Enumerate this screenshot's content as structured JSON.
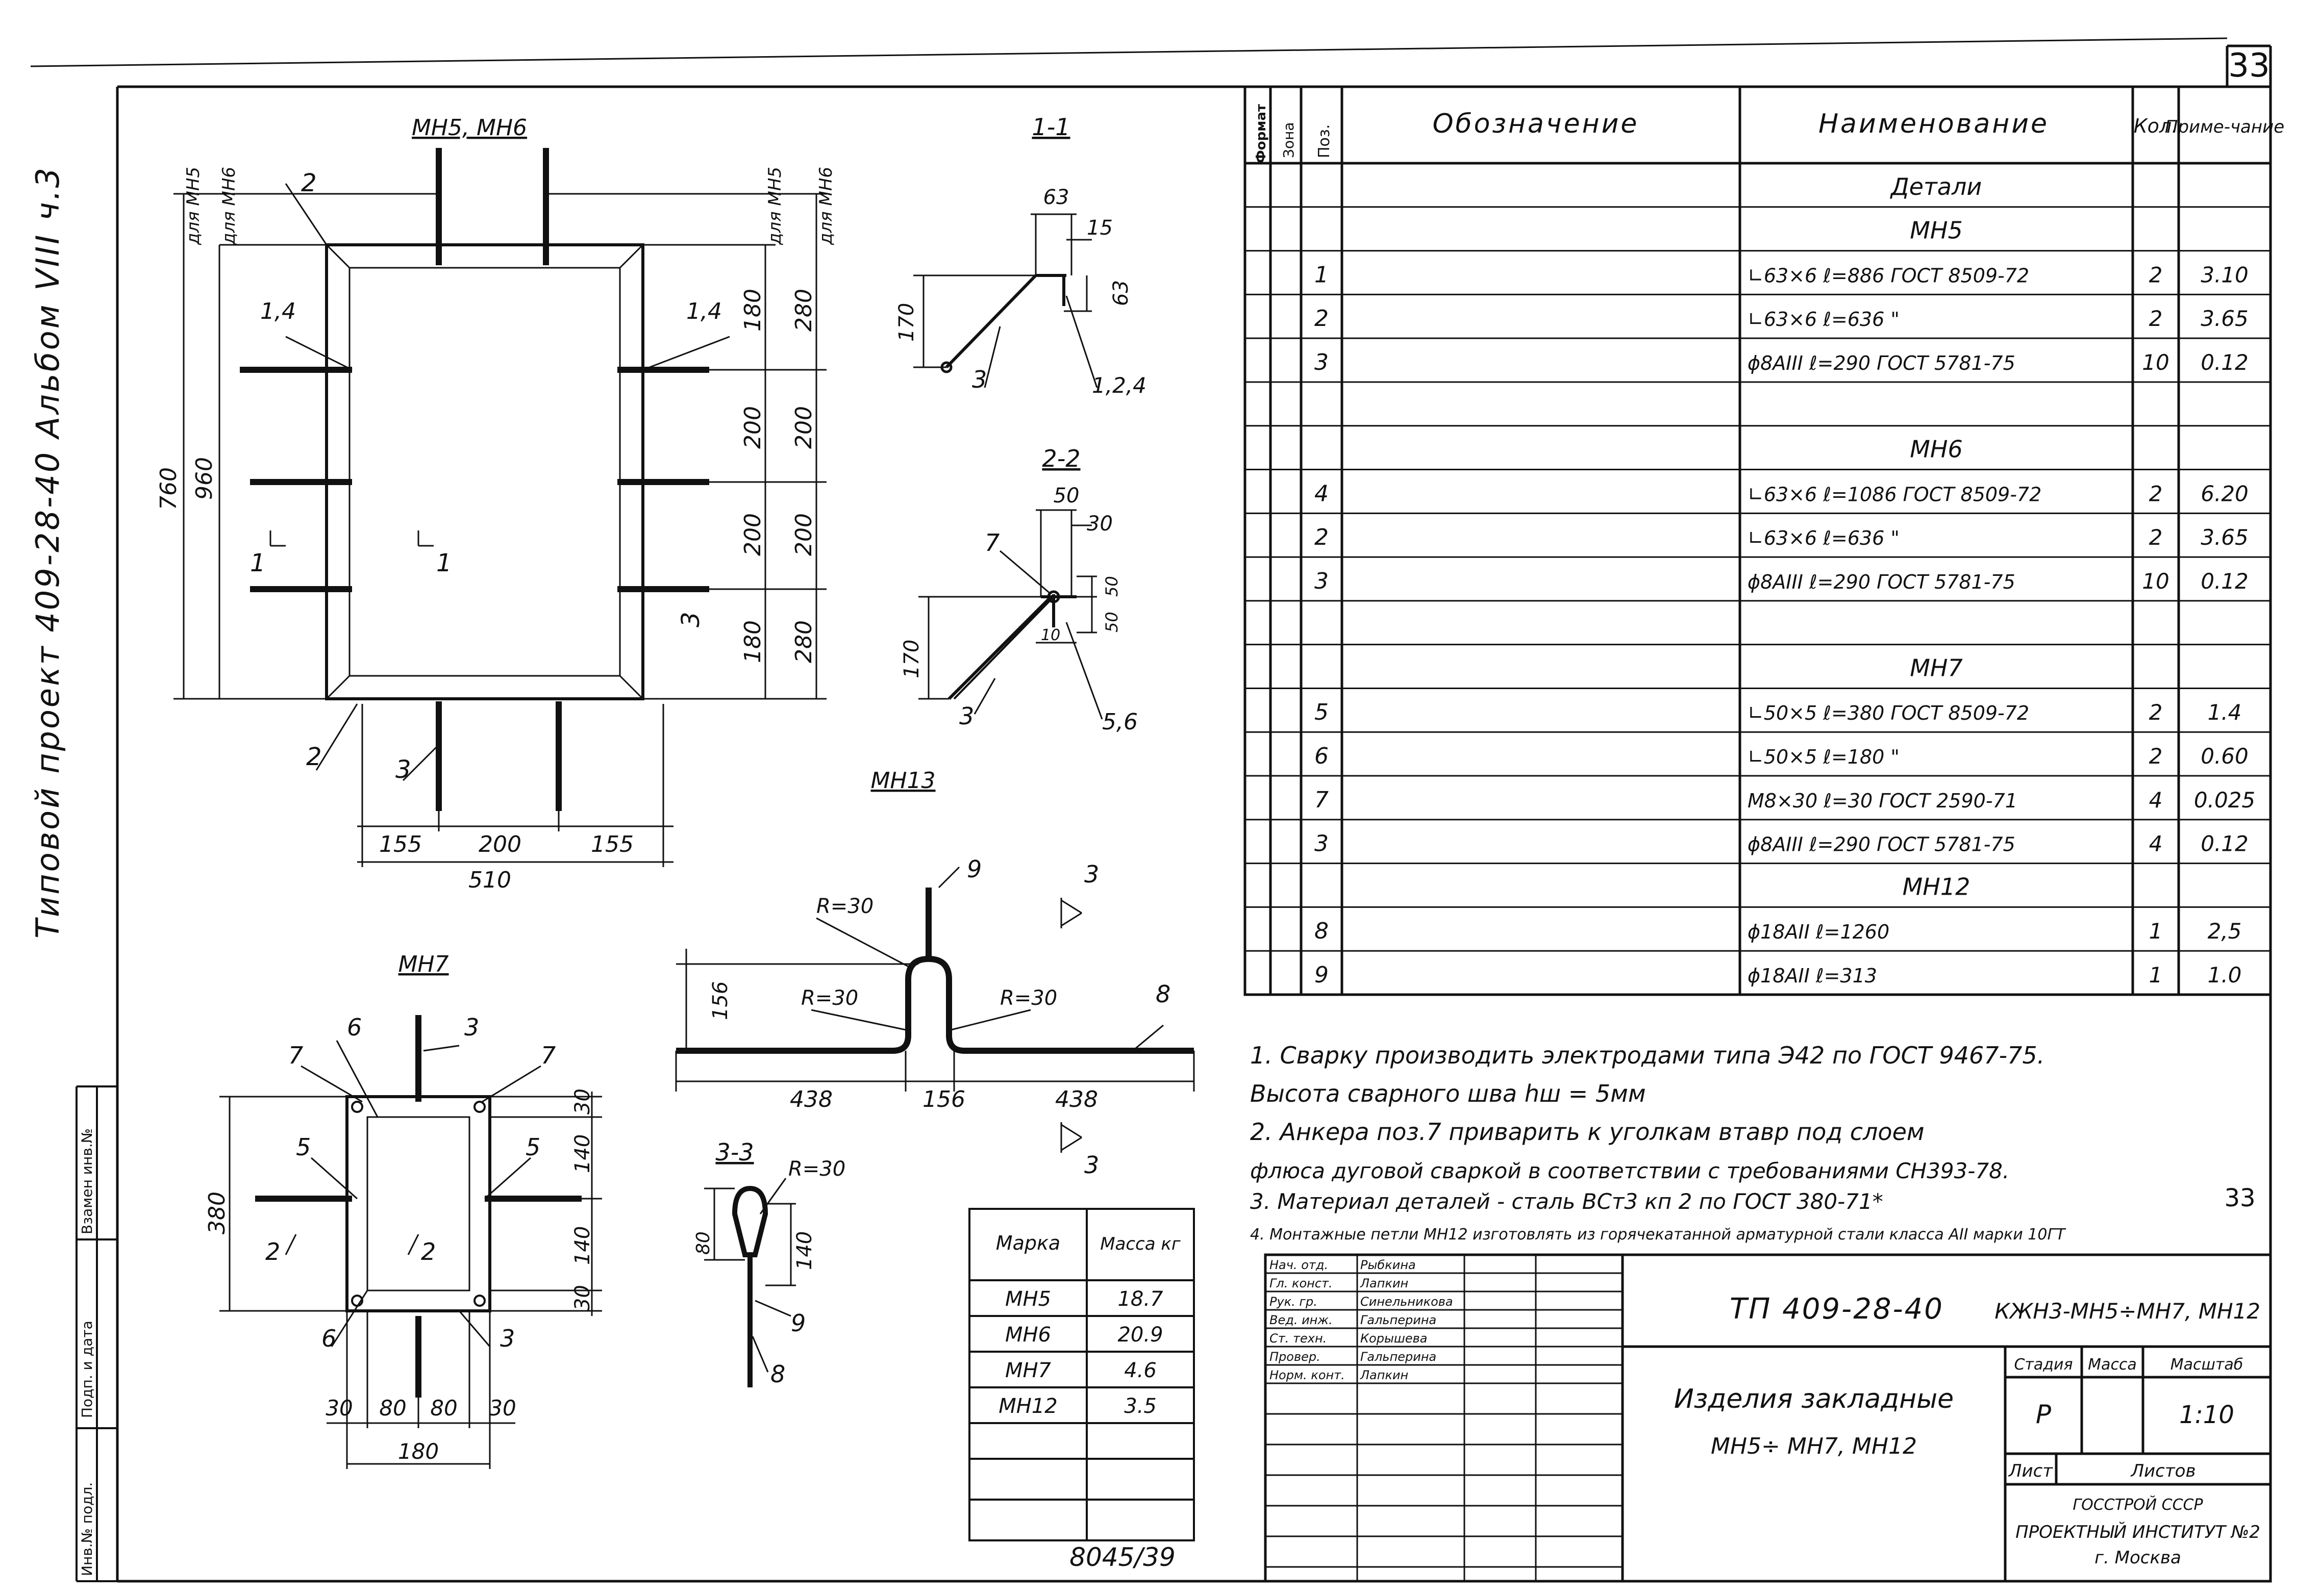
{
  "sheet_number": "33",
  "page_marker": "33",
  "side_label": "Типовой проект 409-28-40 Альбом VIII ч.3",
  "left_stamp": [
    "Инв.№ подл.",
    "Подп. и дата",
    "Взамен инв.№"
  ],
  "drawings": {
    "mn5_mn6": {
      "title": "МН5, МН6",
      "left_labels": [
        "для МН5",
        "для МН6"
      ],
      "right_labels": [
        "для МН5",
        "для МН6"
      ],
      "dim_760": "760",
      "dim_960": "960",
      "dims_mn5": [
        "180",
        "200",
        "200",
        "180"
      ],
      "dims_mn6": [
        "280",
        "200",
        "200",
        "280"
      ],
      "bottom_dims": [
        "155",
        "200",
        "155"
      ],
      "total": "510",
      "pos_top": "2",
      "pos_bottom": "2",
      "pos_left": "1,4",
      "pos_right": "1,4",
      "pos_3a": "3",
      "pos_3b": "3",
      "section_left": "1",
      "section_right": "1"
    },
    "sec11": {
      "title": "1-1",
      "d63a": "63",
      "d15": "15",
      "d63b": "63",
      "d170": "170",
      "pos3": "3",
      "pos124": "1,2,4"
    },
    "sec22": {
      "title": "2-2",
      "d50a": "50",
      "d30": "30",
      "d50b": "50",
      "d50c": "50",
      "d10": "10",
      "d170": "170",
      "pos7": "7",
      "pos3": "3",
      "pos56": "5,6"
    },
    "mn13": {
      "title": "МН13",
      "r1": "R=30",
      "r2": "R=30",
      "r3": "R=30",
      "d156v": "156",
      "d438a": "438",
      "d156": "156",
      "d438b": "438",
      "pos9": "9",
      "pos8": "8",
      "cut": "3",
      "cut2": "3"
    },
    "sec33": {
      "title": "3-3",
      "r": "R=30",
      "d80": "80",
      "d140": "140",
      "pos9": "9",
      "pos8": "8"
    },
    "mn7": {
      "title": "МН7",
      "d380": "380",
      "right_dims": [
        "30",
        "140",
        "140",
        "30"
      ],
      "bottom_dims": [
        "30",
        "80",
        "80",
        "30"
      ],
      "total": "180",
      "pos6a": "6",
      "pos6b": "6",
      "pos7a": "7",
      "pos7b": "7",
      "pos5a": "5",
      "pos5b": "5",
      "pos3a": "3",
      "pos3b": "3",
      "section_left": "2",
      "section_right": "2"
    }
  },
  "mass_table": {
    "headers": [
      "Марка",
      "Масса кг"
    ],
    "rows": [
      [
        "МН5",
        "18.7"
      ],
      [
        "МН6",
        "20.9"
      ],
      [
        "МН7",
        "4.6"
      ],
      [
        "МН12",
        "3.5"
      ]
    ]
  },
  "spec_table": {
    "headers": [
      "Формат",
      "Зона",
      "Поз.",
      "Обозначение",
      "Наименование",
      "Кол.",
      "Приме-чание"
    ],
    "rows": [
      {
        "pos": "",
        "name": "Детали",
        "qty": "",
        "note": "",
        "heading": true
      },
      {
        "pos": "",
        "name": "МН5",
        "qty": "",
        "note": "",
        "heading": true
      },
      {
        "pos": "1",
        "name": "∟63×6  ℓ=886  ГОСТ 8509-72",
        "qty": "2",
        "note": "3.10"
      },
      {
        "pos": "2",
        "name": "∟63×6  ℓ=636  \"",
        "qty": "2",
        "note": "3.65"
      },
      {
        "pos": "3",
        "name": "ϕ8АIII  ℓ=290  ГОСТ 5781-75",
        "qty": "10",
        "note": "0.12"
      },
      {
        "pos": "",
        "name": "",
        "qty": "",
        "note": ""
      },
      {
        "pos": "",
        "name": "МН6",
        "qty": "",
        "note": "",
        "heading": true
      },
      {
        "pos": "4",
        "name": "∟63×6  ℓ=1086  ГОСТ 8509-72",
        "qty": "2",
        "note": "6.20"
      },
      {
        "pos": "2",
        "name": "∟63×6  ℓ=636  \"",
        "qty": "2",
        "note": "3.65"
      },
      {
        "pos": "3",
        "name": "ϕ8АIII  ℓ=290  ГОСТ 5781-75",
        "qty": "10",
        "note": "0.12"
      },
      {
        "pos": "",
        "name": "",
        "qty": "",
        "note": ""
      },
      {
        "pos": "",
        "name": "МН7",
        "qty": "",
        "note": "",
        "heading": true
      },
      {
        "pos": "5",
        "name": "∟50×5  ℓ=380  ГОСТ 8509-72",
        "qty": "2",
        "note": "1.4"
      },
      {
        "pos": "6",
        "name": "∟50×5  ℓ=180  \"",
        "qty": "2",
        "note": "0.60"
      },
      {
        "pos": "7",
        "name": "М8×30  ℓ=30  ГОСТ 2590-71",
        "qty": "4",
        "note": "0.025"
      },
      {
        "pos": "3",
        "name": "ϕ8АIII  ℓ=290  ГОСТ 5781-75",
        "qty": "4",
        "note": "0.12"
      },
      {
        "pos": "",
        "name": "МН12",
        "qty": "",
        "note": "",
        "heading": true
      },
      {
        "pos": "8",
        "name": "ϕ18АII  ℓ=1260",
        "qty": "1",
        "note": "2,5"
      },
      {
        "pos": "9",
        "name": "ϕ18АII  ℓ=313",
        "qty": "1",
        "note": "1.0"
      }
    ]
  },
  "notes": [
    "1. Сварку производить электродами типа Э42 по ГОСТ 9467-75.",
    "Высота сварного шва hш = 5мм",
    "2. Анкера поз.7 приварить к уголкам втавр под слоем",
    "флюса дуговой сваркой в соответствии с требованиями СН393-78.",
    "3. Материал деталей - сталь ВСт3 кп 2 по ГОСТ 380-71*",
    "4. Монтажные петли МН12 изготовлять из горячекатанной арматурной стали класса АII марки 10ГТ"
  ],
  "title_block": {
    "signatures": [
      {
        "role": "Нач. отд.",
        "name": "Рыбкина"
      },
      {
        "role": "Гл. конст.",
        "name": "Лапкин"
      },
      {
        "role": "Рук. гр.",
        "name": "Синельникова"
      },
      {
        "role": "Вед. инж.",
        "name": "Гальперина"
      },
      {
        "role": "Ст. техн.",
        "name": "Корышева"
      },
      {
        "role": "Провер.",
        "name": "Гальперина"
      },
      {
        "role": "Норм. конт.",
        "name": "Лапкин"
      }
    ],
    "project_code": "ТП 409-28-40",
    "sheet_code": "КЖН3-МН5÷МН7, МН12",
    "title_line1": "Изделия закладные",
    "title_line2": "МН5÷ МН7, МН12",
    "stage_label": "Стадия",
    "mass_label": "Масса",
    "scale_label": "Масштаб",
    "stage": "Р",
    "scale": "1:10",
    "sheet_label": "Лист",
    "sheets_label": "Листов",
    "org1": "ГОССТРОЙ СССР",
    "org2": "ПРОЕКТНЫЙ ИНСТИТУТ №2",
    "org3": "г. Москва"
  },
  "drawing_number": "8045/39"
}
